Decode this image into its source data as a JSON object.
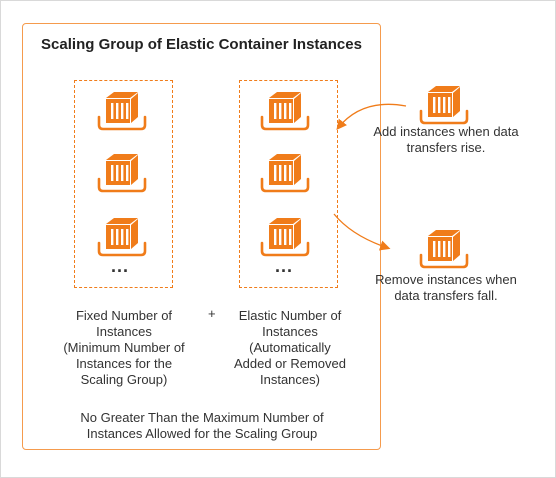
{
  "group": {
    "title": "Scaling Group of Elastic Container Instances",
    "footer": "No Greater Than the Maximum Number of\nInstances Allowed for the Scaling Group"
  },
  "fixed": {
    "label": "Fixed Number of\nInstances\n(Minimum Number of\nInstances for the\nScaling Group)",
    "ellipsis": "..."
  },
  "elastic": {
    "label": "Elastic Number of\nInstances\n(Automatically\nAdded or Removed\nInstances)",
    "ellipsis": "..."
  },
  "plus_sign": "+",
  "add": {
    "label": "Add instances when data\ntransfers rise."
  },
  "remove": {
    "label": "Remove instances when\ndata transfers fall."
  },
  "colors": {
    "accent": "#f07c1a",
    "box_border": "#f59b4d",
    "text": "#333333"
  },
  "icon_name": "container-instance-icon"
}
